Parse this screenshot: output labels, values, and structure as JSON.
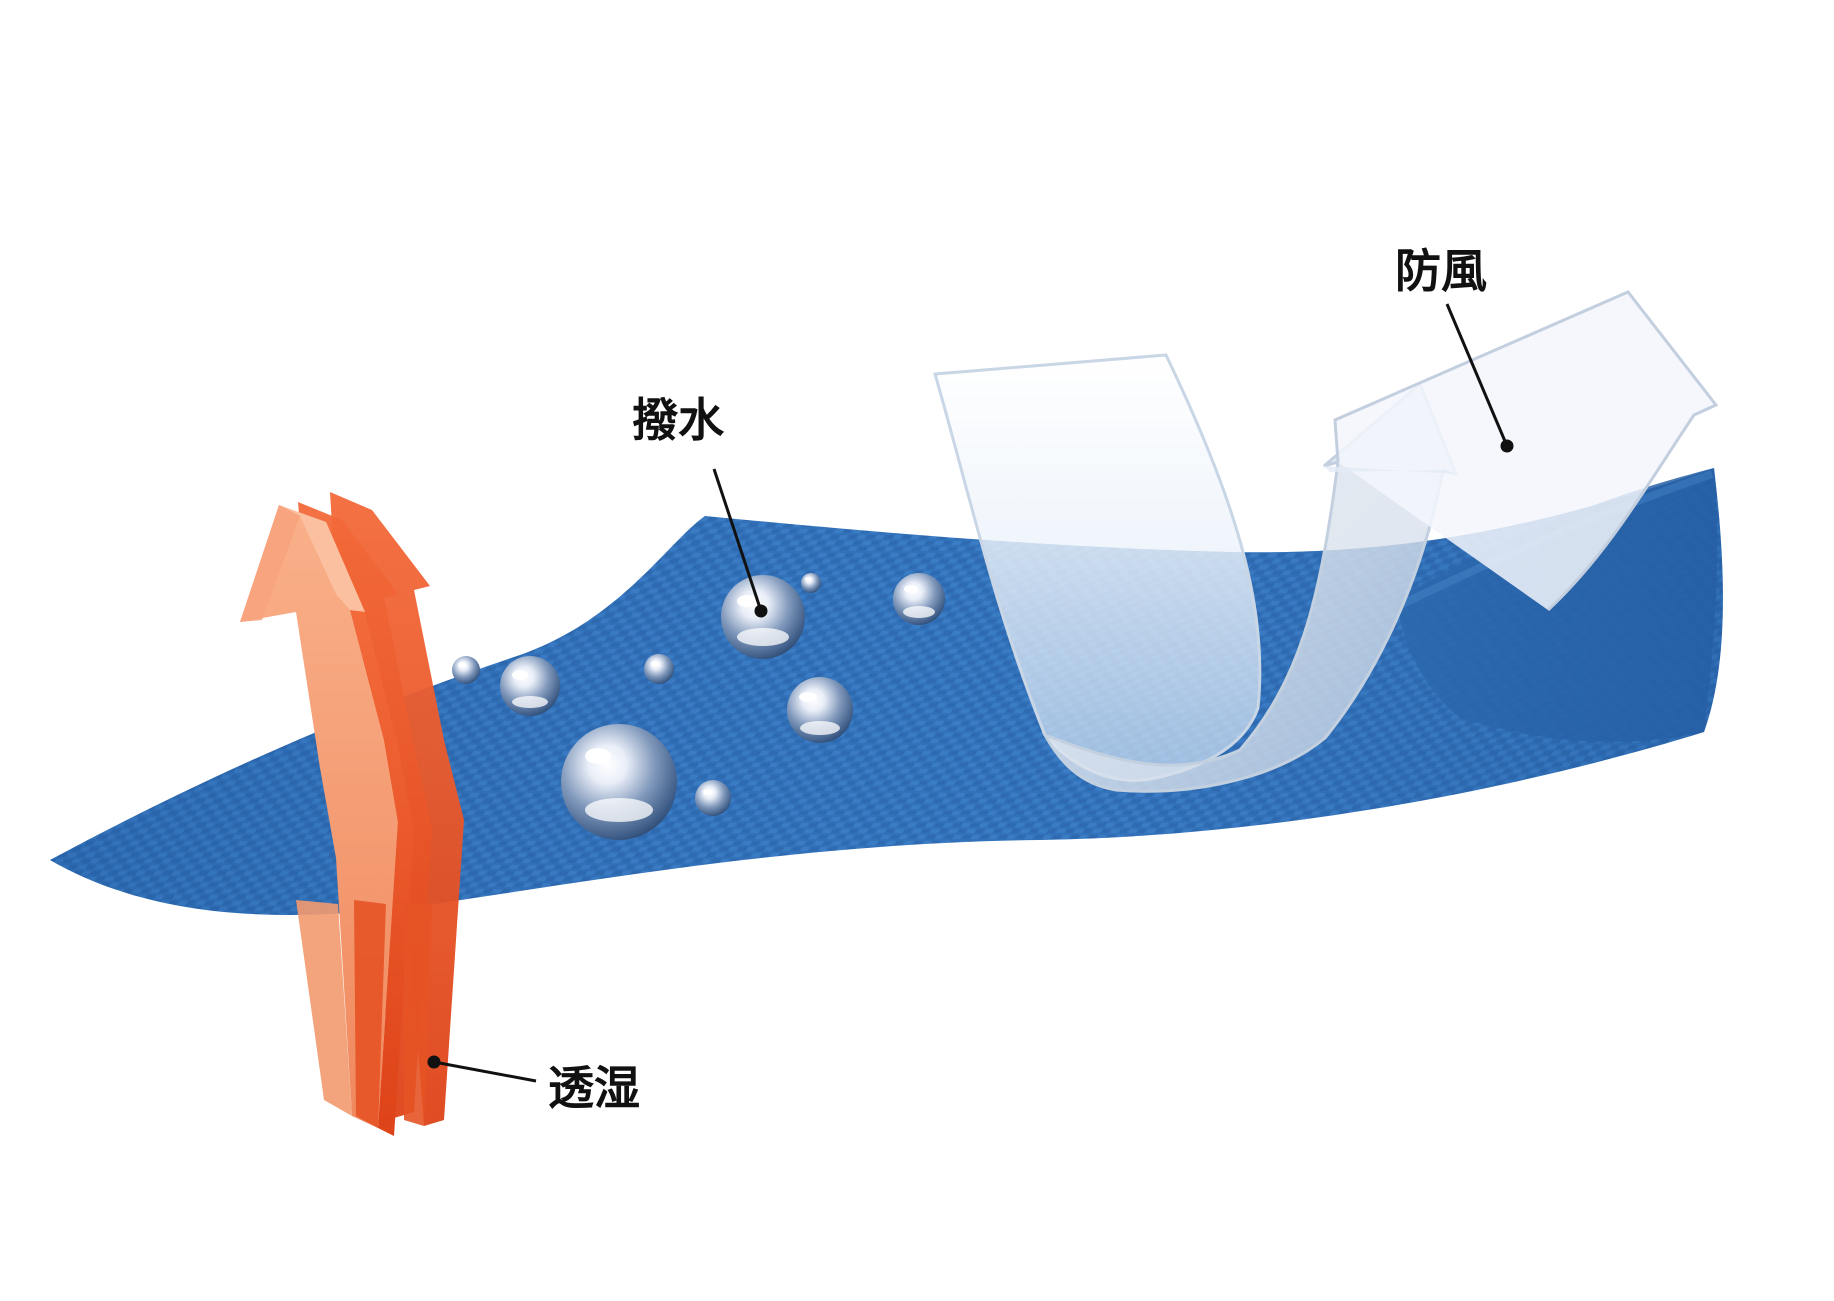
{
  "labels": {
    "water_repellent": "撥水",
    "windproof": "防風",
    "breathable": "透湿"
  },
  "colors": {
    "fabric": "#2f6fb8",
    "fabric_dark": "#1f5596",
    "fabric_light": "#4f8fd2",
    "moisture_arrow_light": "#f6a47a",
    "moisture_arrow_dark": "#e8572a",
    "wind_arrow": "#eef2f8",
    "droplet": "#c7d3e6",
    "leader_line": "#111111"
  }
}
